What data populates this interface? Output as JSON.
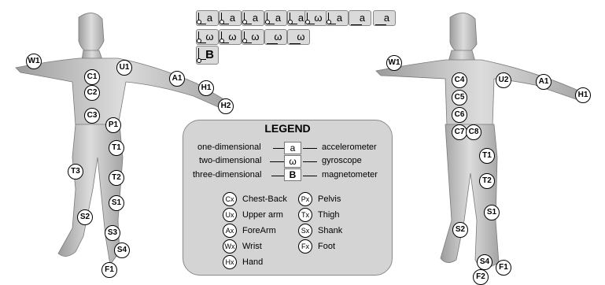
{
  "front_markers": [
    {
      "id": "W1"
    },
    {
      "id": "U1"
    },
    {
      "id": "C1"
    },
    {
      "id": "C2"
    },
    {
      "id": "A1"
    },
    {
      "id": "H1"
    },
    {
      "id": "H2"
    },
    {
      "id": "C3"
    },
    {
      "id": "P1"
    },
    {
      "id": "T1"
    },
    {
      "id": "T3"
    },
    {
      "id": "T2"
    },
    {
      "id": "S1"
    },
    {
      "id": "S2"
    },
    {
      "id": "S3"
    },
    {
      "id": "S4"
    },
    {
      "id": "F1"
    }
  ],
  "back_markers": [
    {
      "id": "W1"
    },
    {
      "id": "C4"
    },
    {
      "id": "U2"
    },
    {
      "id": "A1"
    },
    {
      "id": "H1"
    },
    {
      "id": "C5"
    },
    {
      "id": "C6"
    },
    {
      "id": "C7"
    },
    {
      "id": "C8"
    },
    {
      "id": "T1"
    },
    {
      "id": "T2"
    },
    {
      "id": "S1"
    },
    {
      "id": "S2"
    },
    {
      "id": "S4"
    },
    {
      "id": "F1"
    },
    {
      "id": "F2"
    }
  ],
  "sensor_chips": [
    {
      "glyph": "a",
      "style": "axes"
    },
    {
      "glyph": "a",
      "style": "axes"
    },
    {
      "glyph": "a",
      "style": "axes"
    },
    {
      "glyph": "a",
      "style": "axes"
    },
    {
      "glyph": "a",
      "style": "axes"
    },
    {
      "glyph": "ω",
      "style": "axes"
    },
    {
      "glyph": "a",
      "style": "axes"
    },
    {
      "glyph": "a",
      "style": "lite"
    },
    {
      "glyph": "a",
      "style": "lite"
    },
    {
      "glyph": "ω",
      "style": "axes"
    },
    {
      "glyph": "ω",
      "style": "axes"
    },
    {
      "glyph": "ω",
      "style": "axes"
    },
    {
      "glyph": "ω",
      "style": "lite"
    },
    {
      "glyph": "ω",
      "style": "lite"
    },
    {
      "glyph": "B",
      "style": "big"
    }
  ],
  "legend": {
    "title": "LEGEND",
    "dimensions": [
      {
        "left": "one-dimensional",
        "symbol": "a",
        "right": "accelerometer"
      },
      {
        "left": "two-dimensional",
        "symbol": "ω",
        "right": "gyroscope"
      },
      {
        "left": "three-dimensional",
        "symbol": "B",
        "right": "magnetometer"
      }
    ],
    "locations": [
      {
        "code": "Cx",
        "label": "Chest-Back"
      },
      {
        "code": "Ux",
        "label": "Upper arm"
      },
      {
        "code": "Ax",
        "label": "ForeArm"
      },
      {
        "code": "Wx",
        "label": "Wrist"
      },
      {
        "code": "Hx",
        "label": "Hand"
      },
      {
        "code": "Px",
        "label": "Pelvis"
      },
      {
        "code": "Tx",
        "label": "Thigh"
      },
      {
        "code": "Sx",
        "label": "Shank"
      },
      {
        "code": "Fx",
        "label": "Foot"
      }
    ]
  },
  "colors": {
    "figure_fill": "#c9c9c9",
    "figure_shade": "#9e9e9e",
    "legend_bg": "#d4d4d4",
    "chip_bg": "#dadada"
  }
}
